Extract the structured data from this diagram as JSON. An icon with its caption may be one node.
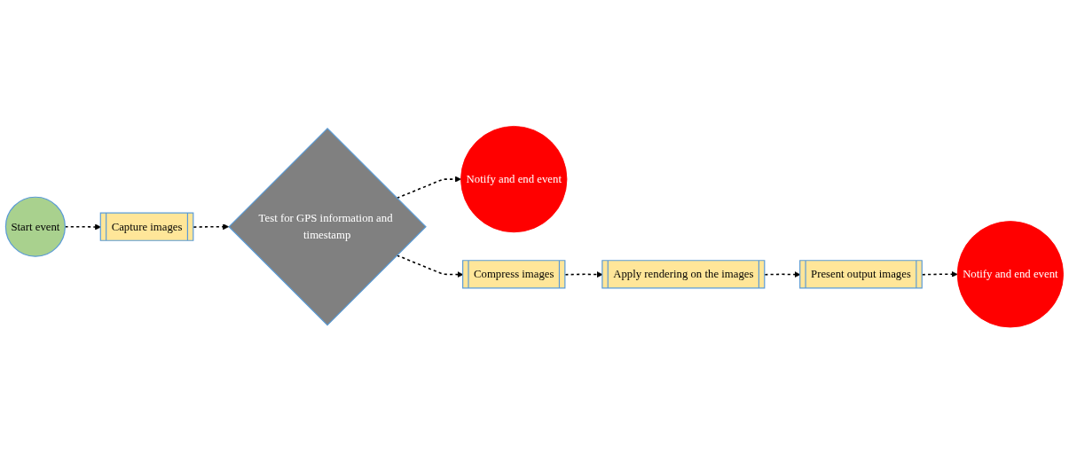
{
  "diagram": {
    "nodes": [
      {
        "text": [
          "Start event"
        ]
      },
      {
        "text": [
          "Capture images"
        ]
      },
      {
        "text": [
          "Test for GPS information and timestamp"
        ]
      },
      {
        "text": [
          "Notify and end event"
        ]
      },
      {
        "text": [
          "Compress images"
        ]
      },
      {
        "text": [
          "Apply rendering on the images"
        ]
      },
      {
        "text": [
          "Present output images"
        ]
      },
      {
        "text": [
          "Notify and end event"
        ]
      }
    ],
    "edges": [
      {
        "from": 0,
        "to": 1,
        "arrow": "to",
        "style": "dashed"
      },
      {
        "from": 1,
        "to": 2,
        "arrow": "to",
        "style": "dashed"
      },
      {
        "from": 2,
        "to": 3,
        "arrow": "to",
        "style": "dashed"
      },
      {
        "from": 2,
        "to": 4,
        "arrow": "to",
        "style": "dashed"
      },
      {
        "from": 4,
        "to": 5,
        "arrow": "to",
        "style": "dashed"
      },
      {
        "from": 5,
        "to": 6,
        "arrow": "to",
        "style": "dashed"
      },
      {
        "from": 6,
        "to": 7,
        "arrow": "to",
        "style": "dashed"
      }
    ]
  }
}
